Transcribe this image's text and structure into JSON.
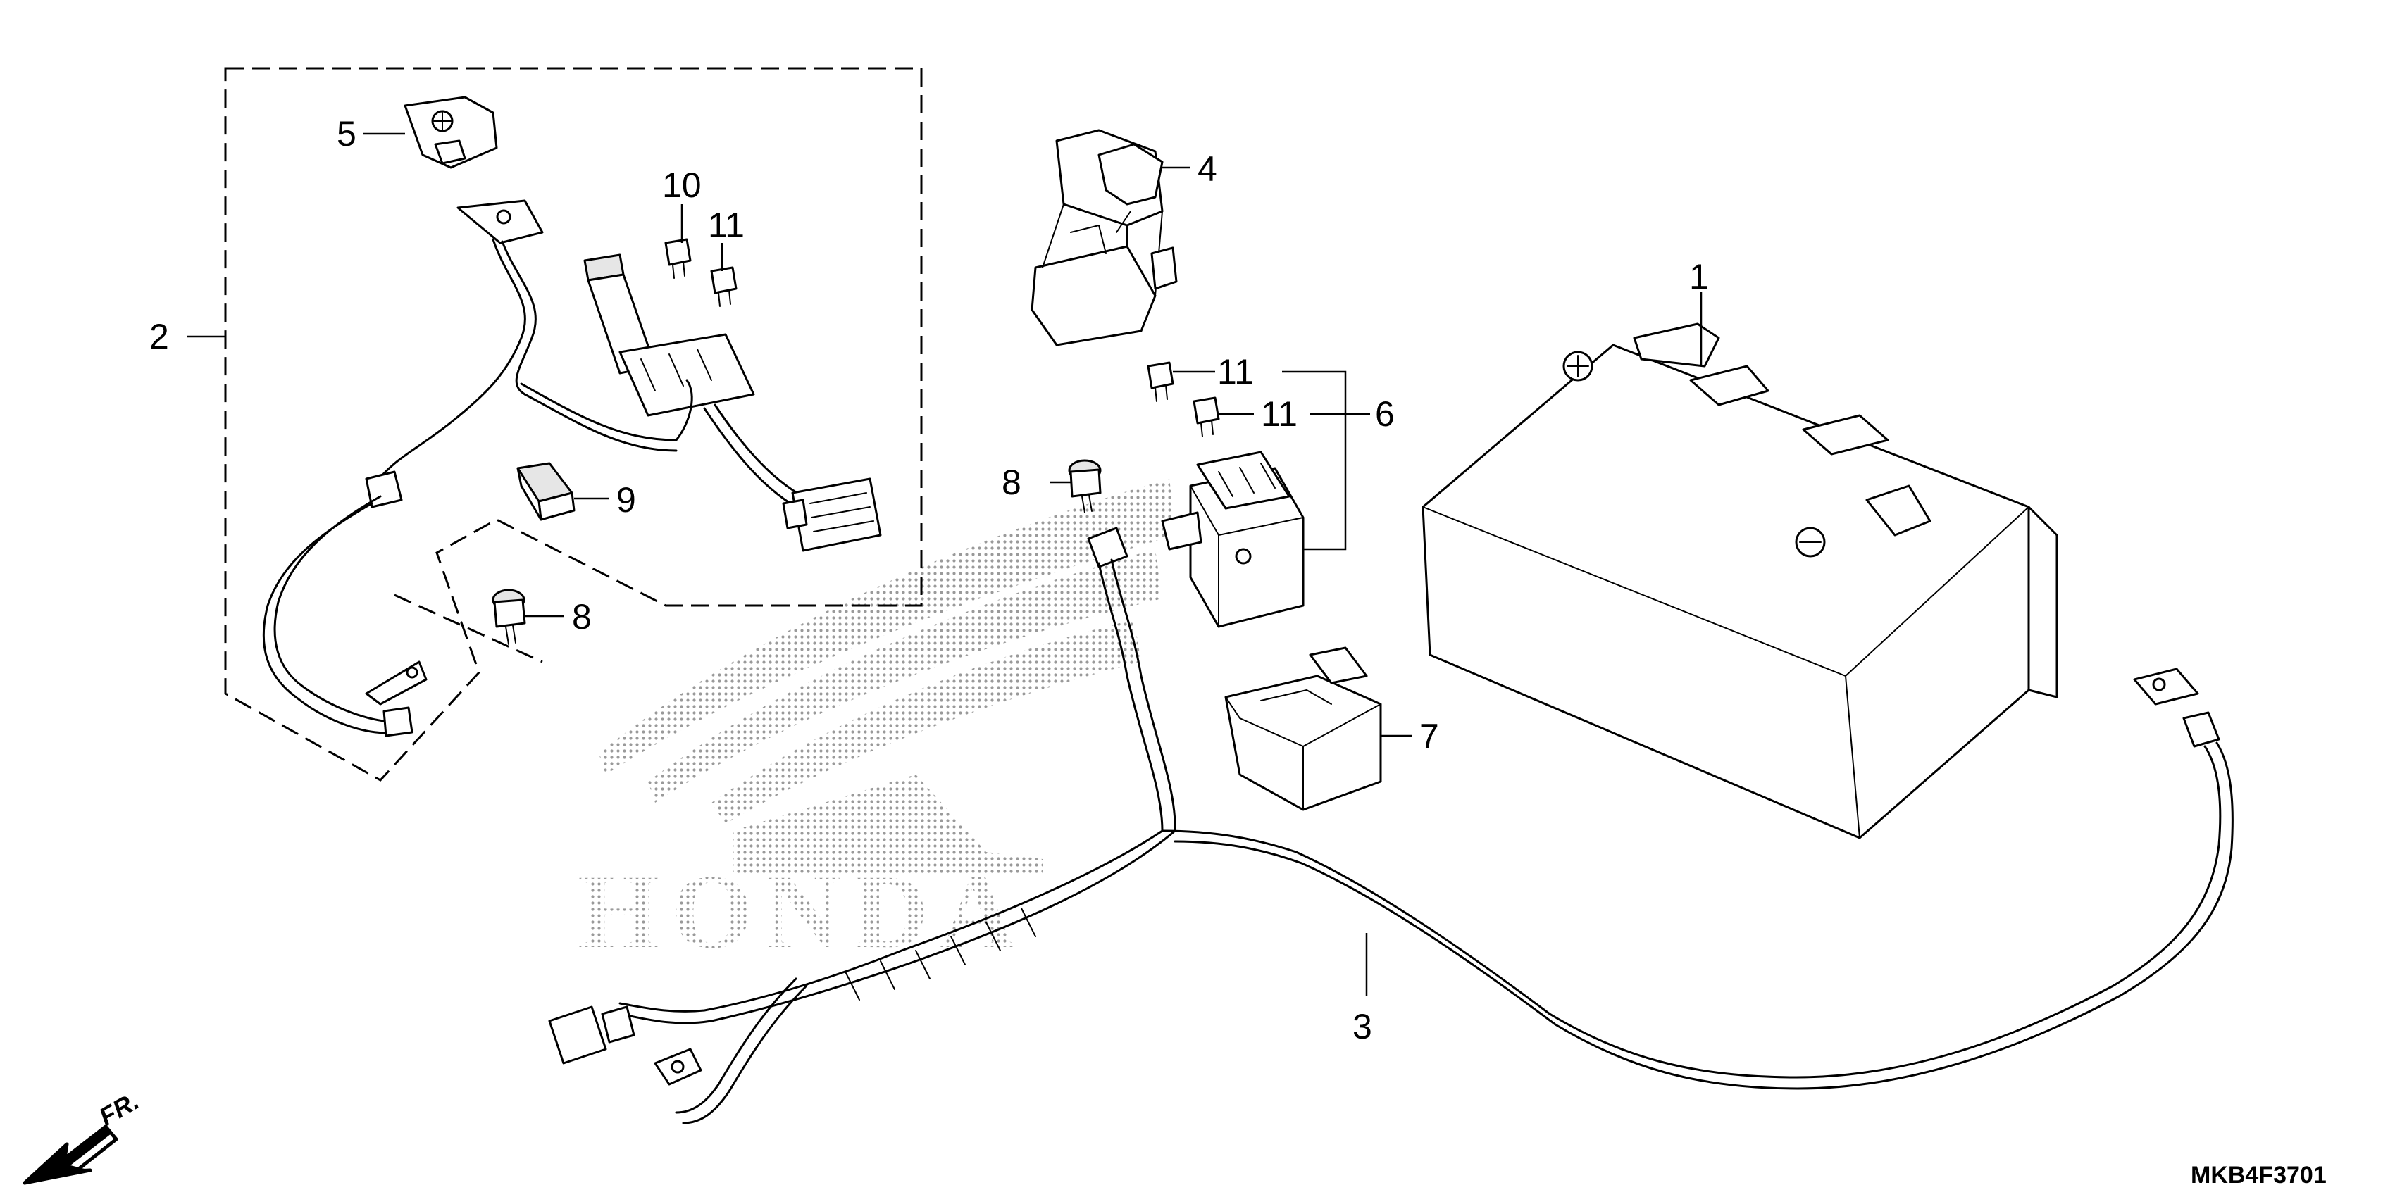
{
  "diagram": {
    "callouts": [
      {
        "id": "c1",
        "label": "1"
      },
      {
        "id": "c2",
        "label": "2"
      },
      {
        "id": "c3",
        "label": "3"
      },
      {
        "id": "c4",
        "label": "4"
      },
      {
        "id": "c5",
        "label": "5"
      },
      {
        "id": "c6",
        "label": "6"
      },
      {
        "id": "c7",
        "label": "7"
      },
      {
        "id": "c8a",
        "label": "8"
      },
      {
        "id": "c8b",
        "label": "8"
      },
      {
        "id": "c9",
        "label": "9"
      },
      {
        "id": "c10",
        "label": "10"
      },
      {
        "id": "c11a",
        "label": "11"
      },
      {
        "id": "c11b",
        "label": "11"
      },
      {
        "id": "c11c",
        "label": "11"
      }
    ],
    "direction_label": "FR.",
    "part_code": "MKB4F3701",
    "watermark_text": "HONDA",
    "colors": {
      "line": "#000000",
      "background": "#ffffff",
      "watermark": "#b0b0b0"
    }
  }
}
